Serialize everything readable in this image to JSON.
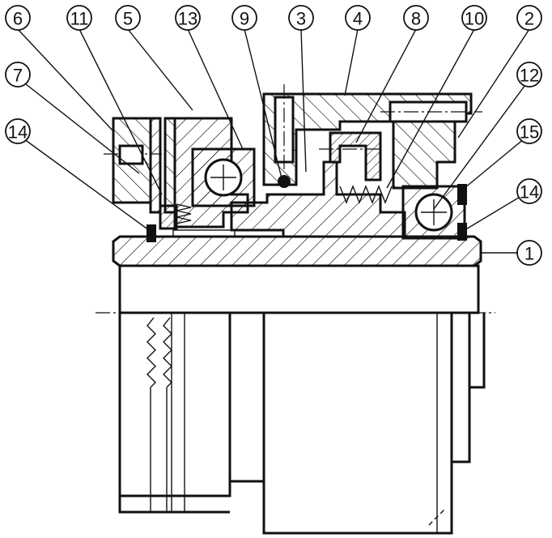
{
  "callouts": [
    {
      "label": "6"
    },
    {
      "label": "11"
    },
    {
      "label": "5"
    },
    {
      "label": "13"
    },
    {
      "label": "9"
    },
    {
      "label": "3"
    },
    {
      "label": "4"
    },
    {
      "label": "8"
    },
    {
      "label": "10"
    },
    {
      "label": "2"
    },
    {
      "label": "7"
    },
    {
      "label": "12"
    },
    {
      "label": "14"
    },
    {
      "label": "15"
    },
    {
      "label": "14"
    },
    {
      "label": "1"
    }
  ]
}
